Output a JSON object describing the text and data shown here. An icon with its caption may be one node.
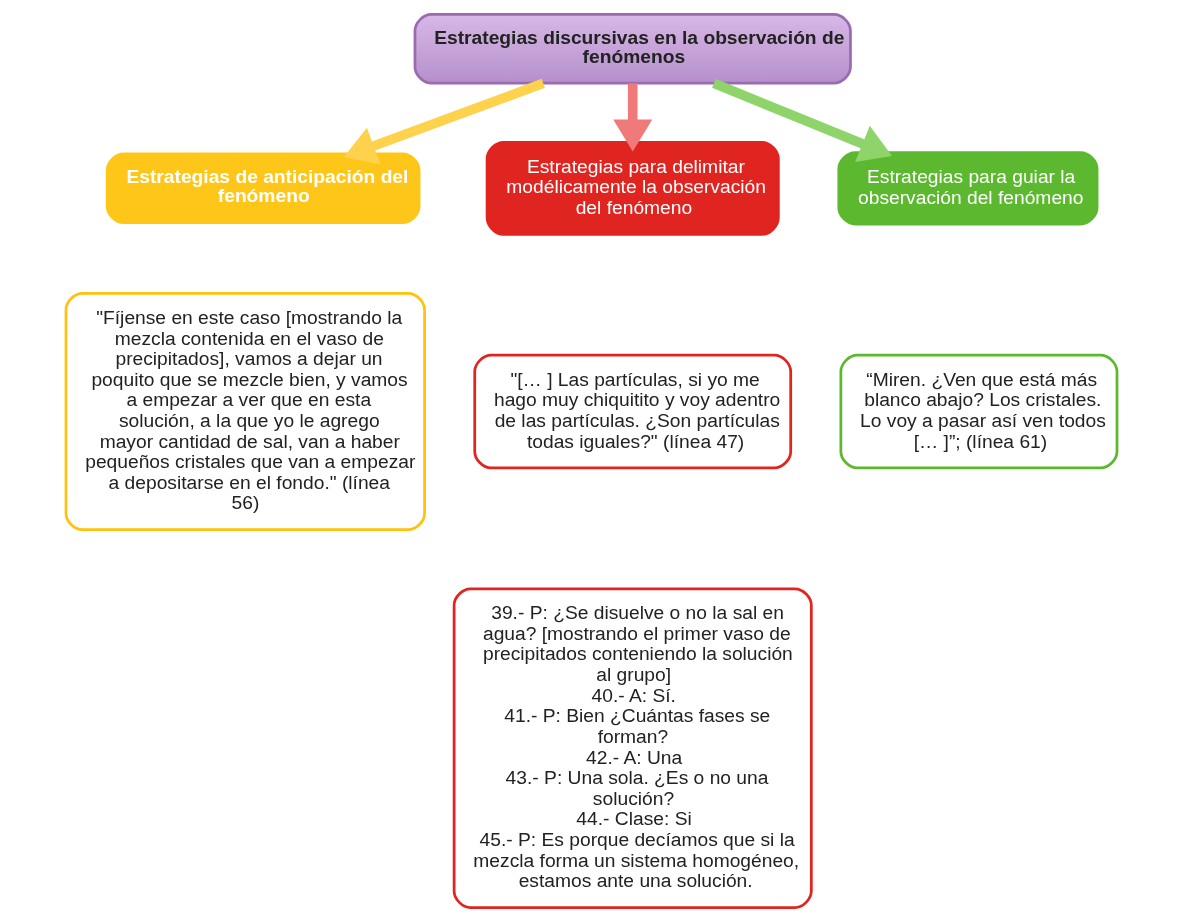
{
  "diagram": {
    "nodes": [
      {
        "text": [
          "Estrategias discursivas en la observación de fenómenos"
        ]
      },
      {
        "text": [
          "Estrategias de anticipación del fenómeno"
        ]
      },
      {
        "text": [
          "Estrategias para delimitar modélicamente la observación del fenómeno"
        ]
      },
      {
        "text": [
          "Estrategias para guiar la observación del fenómeno"
        ]
      },
      {
        "text": [
          "\"Fíjense en este caso [mostrando la mezcla contenida en el vaso de precipitados], vamos a dejar un poquito que se mezcle bien, y vamos a empezar a ver que en esta solución, a la que yo le agrego mayor cantidad de sal, van a haber pequeños cristales que van a empezar a depositarse en el fondo.\" (línea 56)"
        ]
      },
      {
        "text": [
          "\"[… ] Las partículas, si yo me hago muy chiquitito y voy adentro de las partículas. ¿Son partículas todas iguales?\" (línea 47)"
        ]
      },
      {
        "text": [
          "39.- P: ¿Se disuelve o no la sal en agua? [mostrando el primer vaso de precipitados conteniendo la solución al grupo]",
          "40.- A: Sí.",
          "41.- P: Bien ¿Cuántas fases se forman?",
          "42.- A: Una",
          "43.- P: Una sola. ¿Es o no una solución?",
          "44.- Clase: Si",
          "45.- P: Es porque decíamos que si la mezcla forma un sistema homogéneo, estamos ante una solución."
        ]
      },
      {
        "text": [
          "“Miren. ¿Ven que está más blanco abajo? Los cristales. Lo voy a pasar así ven todos [… ]”; (línea 61)"
        ]
      }
    ],
    "edges": [
      {
        "from": 0,
        "to": 1,
        "arrow": "to",
        "color": "#ffd24d"
      },
      {
        "from": 0,
        "to": 2,
        "arrow": "to",
        "color": "#f07a7a"
      },
      {
        "from": 0,
        "to": 3,
        "arrow": "to",
        "color": "#8ed46a"
      }
    ]
  }
}
